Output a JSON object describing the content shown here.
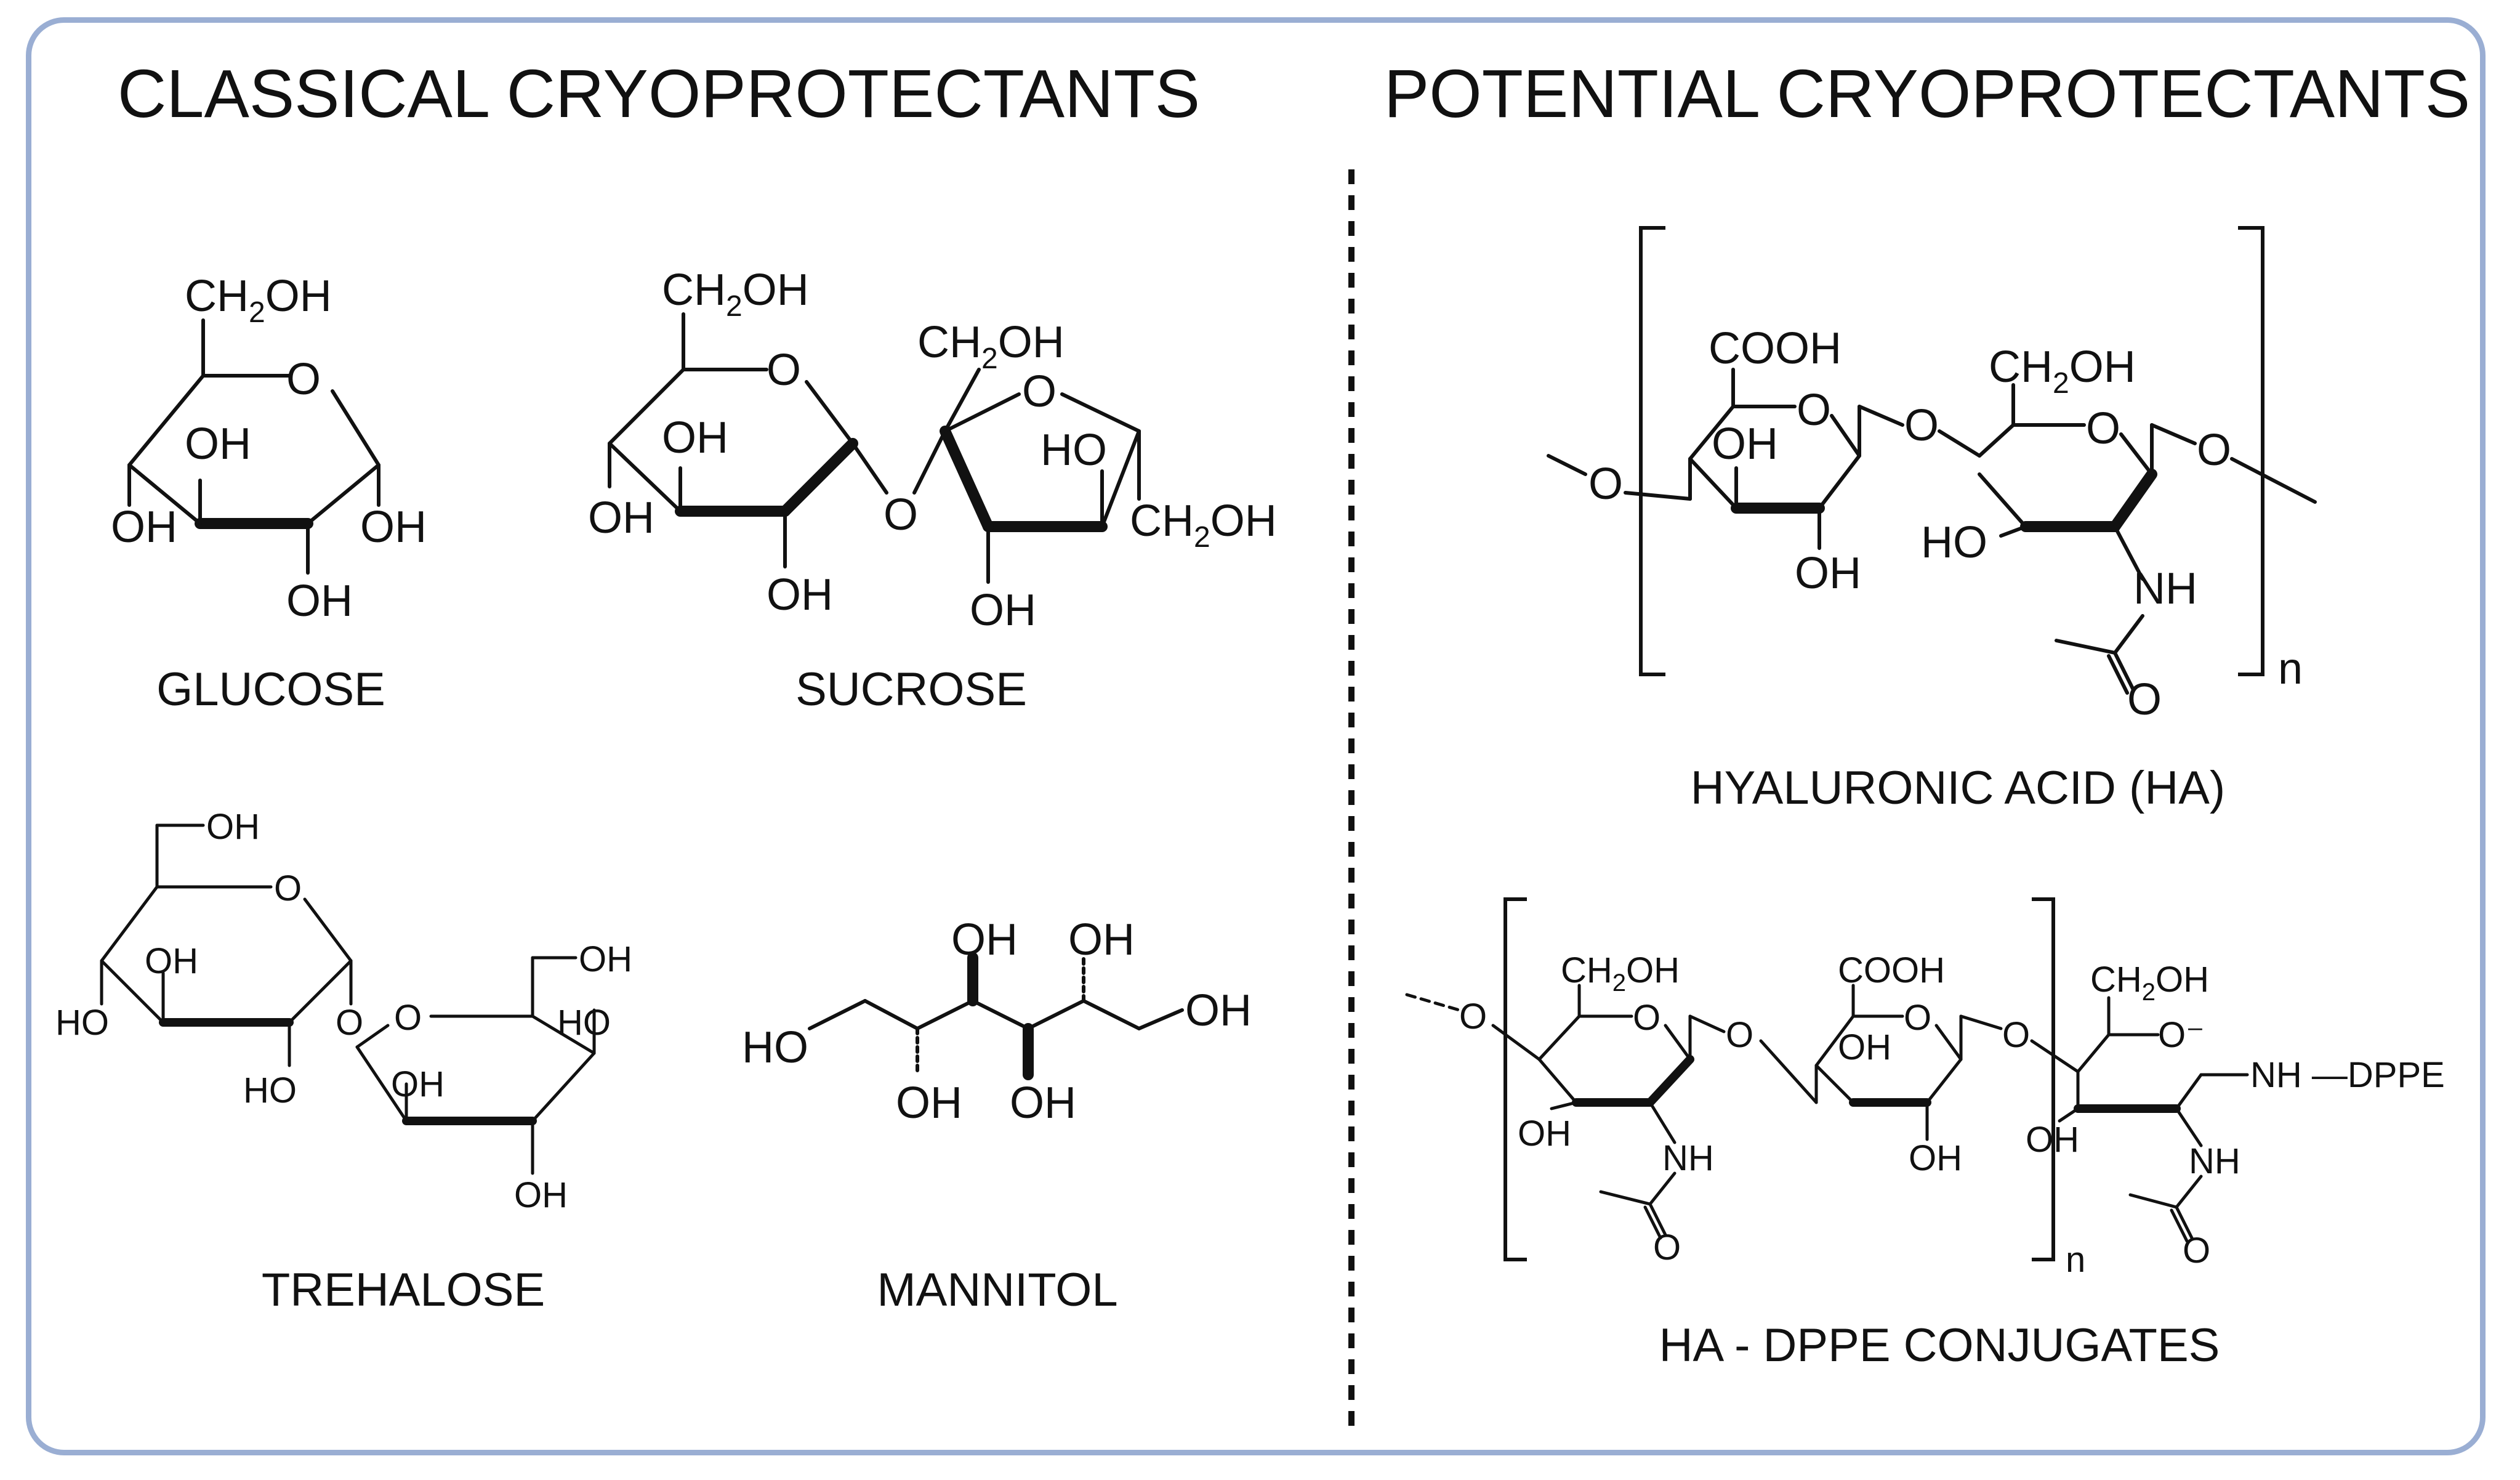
{
  "headings": {
    "classical": "CLASSICAL CRYOPROTECTANTS",
    "potential": "POTENTIAL CRYOPROTECTANTS"
  },
  "captions": {
    "glucose": "GLUCOSE",
    "sucrose": "SUCROSE",
    "trehalose": "TREHALOSE",
    "mannitol": "MANNITOL",
    "hyaluronic_acid": "HYALURONIC ACID (HA)",
    "ha_dppe": "HA - DPPE CONJUGATES"
  },
  "atoms": {
    "ch2oh_main": "CH",
    "ch2oh_sub": "2",
    "ch2oh_tail": "OH",
    "ring_o": "O",
    "oh": "OH",
    "ho": "HO",
    "o": "O",
    "cooh": "COOH",
    "nh": "NH",
    "nh_dppe": "NH —DPPE",
    "o_minus": "O⁻",
    "repeat_n": "n"
  }
}
